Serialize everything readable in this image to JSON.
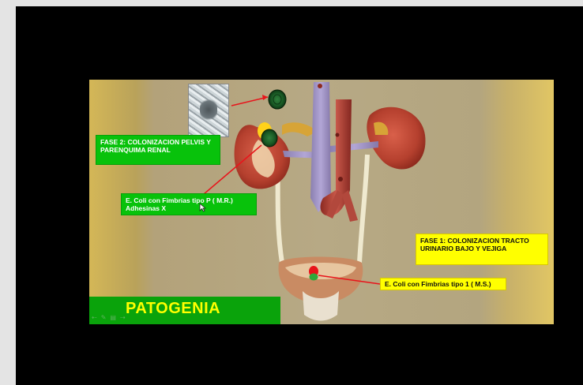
{
  "slide": {
    "title": "PATOGENIA",
    "labels": {
      "fase2": "FASE 2: COLONIZACION PELVIS Y PARENQUIMA RENAL",
      "ecoli_p_line1": "E. Coli con Fimbrias  tipo P ( M.R.)",
      "ecoli_p_line2": "Adhesinas X",
      "fase1": "FASE 1: COLONIZACION TRACTO    URINARIO BAJO Y VEJIGA",
      "ecoli_1": "E. Coli con Fimbrias  tipo 1 ( M.S.)"
    },
    "toolbar_icons": [
      "arrow-left-icon",
      "pen-icon",
      "menu-icon",
      "arrow-right-icon"
    ]
  },
  "colors": {
    "label_green": "#08c20b",
    "label_yellow": "#ffff00",
    "title_yellow": "#ffff00",
    "title_bar_green": "#0aa30b",
    "pointer_red": "#e8141b"
  }
}
